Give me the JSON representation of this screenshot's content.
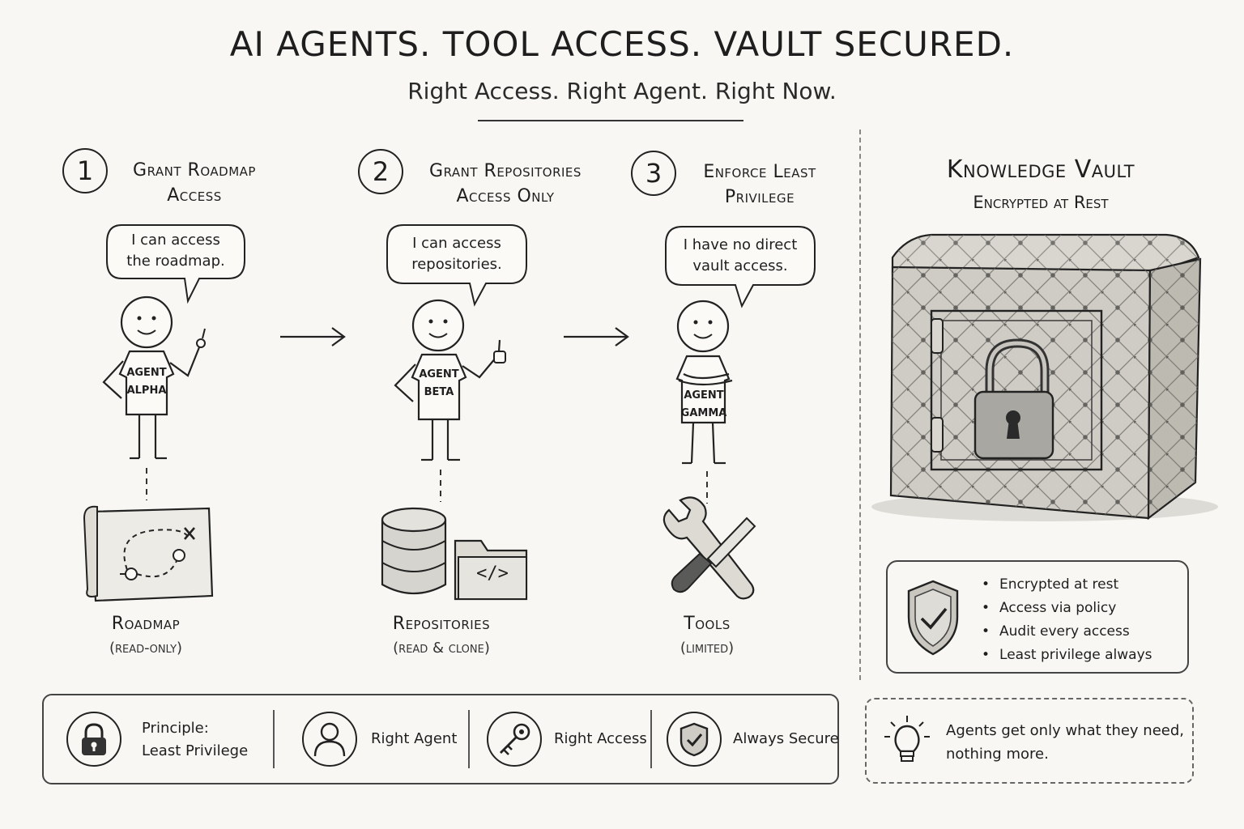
{
  "header": {
    "title": "AI AGENTS. TOOL ACCESS. VAULT SECURED.",
    "subtitle": "Right Access. Right Agent. Right Now."
  },
  "steps": [
    {
      "number": "1",
      "title_line1": "Grant Roadmap",
      "title_line2": "Access",
      "speech_line1": "I can access",
      "speech_line2": "the roadmap.",
      "shirt_line1": "AGENT",
      "shirt_line2": "ALPHA",
      "resource_icon": "roadmap-map-icon",
      "resource_label": "Roadmap",
      "resource_sub": "(read-only)"
    },
    {
      "number": "2",
      "title_line1": "Grant Repositories",
      "title_line2": "Access Only",
      "speech_line1": "I can access",
      "speech_line2": "repositories.",
      "shirt_line1": "AGENT",
      "shirt_line2": "BETA",
      "resource_icon": "database-folder-icon",
      "resource_label": "Repositories",
      "resource_sub": "(read & clone)",
      "folder_code": "</>"
    },
    {
      "number": "3",
      "title_line1": "Enforce Least",
      "title_line2": "Privilege",
      "speech_line1": "I have no direct",
      "speech_line2": "vault access.",
      "shirt_line1": "AGENT",
      "shirt_line2": "GAMMA",
      "resource_icon": "wrench-screwdriver-icon",
      "resource_label": "Tools",
      "resource_sub": "(limited)"
    }
  ],
  "vault": {
    "title": "Knowledge Vault",
    "subtitle": "Encrypted at Rest",
    "icon": "vault-safe-padlock-icon",
    "bullets": [
      "Encrypted at rest",
      "Access via policy",
      "Audit every access",
      "Least privilege always"
    ]
  },
  "principles": [
    {
      "icon": "padlock-icon",
      "line1": "Principle:",
      "line2": "Least Privilege"
    },
    {
      "icon": "person-icon",
      "line1": "Right Agent"
    },
    {
      "icon": "key-icon",
      "line1": "Right Access"
    },
    {
      "icon": "shield-check-icon",
      "line1": "Always Secure"
    }
  ],
  "tip": {
    "icon": "lightbulb-icon",
    "line1": "Agents get only what they need,",
    "line2": "nothing more."
  },
  "colors": {
    "background": "#f8f7f3",
    "ink": "#1e1e1e",
    "stone": "#cfccc5"
  }
}
